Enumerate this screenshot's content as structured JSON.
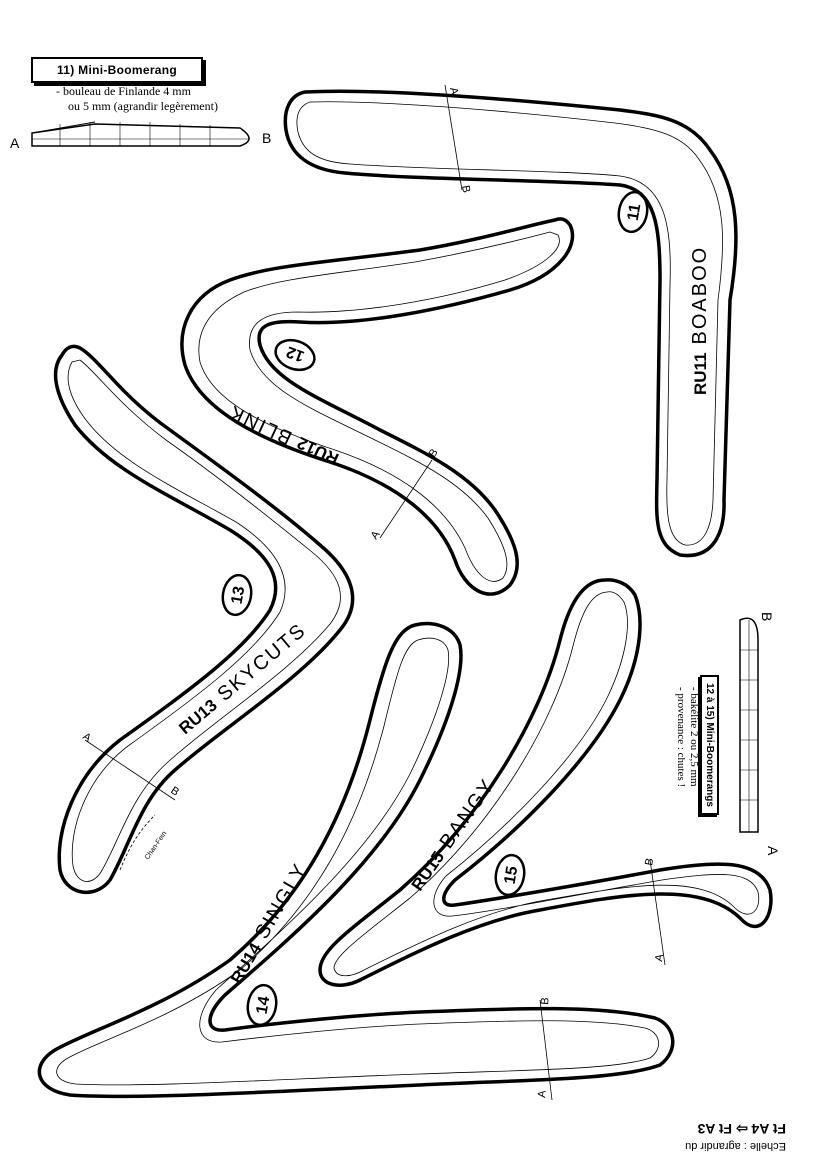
{
  "header": {
    "title": "11) Mini-Boomerang",
    "line1": "- bouleau de Finlande 4 mm",
    "line2": "ou 5 mm (agrandir legèrement)",
    "profile_a": "A",
    "profile_b": "B"
  },
  "boomerangs": [
    {
      "id": "ru11",
      "code": "RU11",
      "name": "BOABOO",
      "number": "11",
      "section_a": "A",
      "section_b": "B"
    },
    {
      "id": "ru12",
      "code": "RU12",
      "name": "BLINK",
      "number": "12",
      "section_a": "A",
      "section_b": "B"
    },
    {
      "id": "ru13",
      "code": "RU13",
      "name": "SKYCUTS",
      "number": "13",
      "section_a": "A",
      "section_b": "B",
      "note": "Chan-Fein"
    },
    {
      "id": "ru14",
      "code": "RU14",
      "name": "SINGLY",
      "number": "14",
      "section_a": "A",
      "section_b": "B"
    },
    {
      "id": "ru15",
      "code": "RU15",
      "name": "BANGY",
      "number": "15",
      "section_a": "A",
      "section_b": "B"
    }
  ],
  "side_panel": {
    "title": "12 à 15) Mini-Boomerangs",
    "line1": "- bakélite 2 ou 2,5 mm",
    "line2": "- provenance : chutes !",
    "profile_a": "A",
    "profile_b": "B"
  },
  "footer": {
    "scale": "Echelle : agrandir du",
    "format": "Ft A4 ⇨ Ft A3"
  }
}
